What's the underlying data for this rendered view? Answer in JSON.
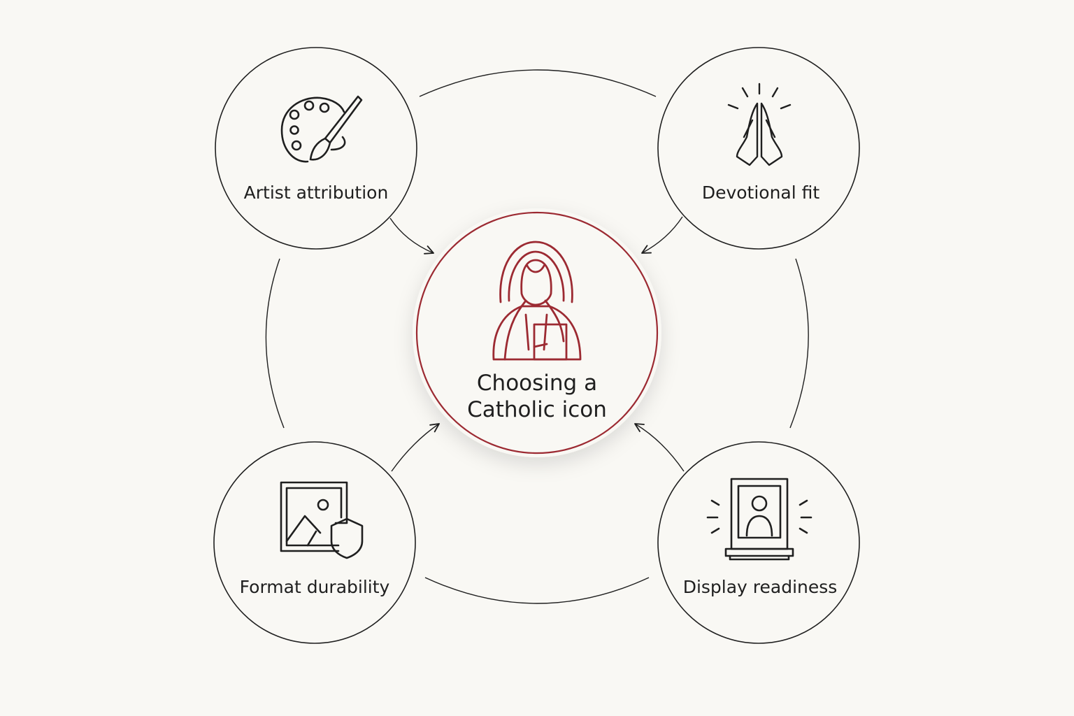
{
  "center": {
    "line1": "Choosing a",
    "line2": "Catholic icon",
    "icon": "saint-icon",
    "accent_color": "#9c2a32"
  },
  "nodes": [
    {
      "label": "Artist attribution",
      "icon": "palette-brush-icon"
    },
    {
      "label": "Devotional fit",
      "icon": "praying-hands-icon"
    },
    {
      "label": "Format durability",
      "icon": "framed-image-shield-icon"
    },
    {
      "label": "Display readiness",
      "icon": "framed-portrait-display-icon"
    }
  ],
  "colors": {
    "background": "#f9f8f4",
    "line": "#1f1f1f",
    "accent": "#9c2a32"
  }
}
